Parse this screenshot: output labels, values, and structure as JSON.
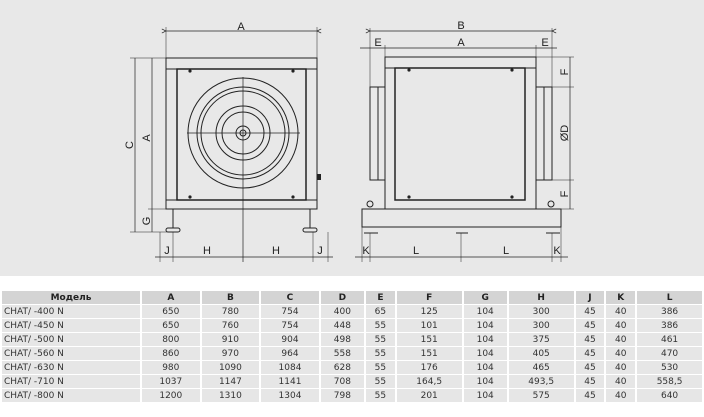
{
  "drawing": {
    "front_labels": {
      "top": "A",
      "height_outer": "C",
      "height_inner": "A",
      "foot": "G",
      "j_left": "J",
      "h_left": "H",
      "h_right": "H",
      "j_right": "J"
    },
    "side_labels": {
      "top": "B",
      "e_left": "E",
      "inner": "A",
      "e_right": "E",
      "f_top": "F",
      "diameter": "ØD",
      "f_bottom": "F",
      "k_left": "K",
      "l_left": "L",
      "l_right": "L",
      "k_right": "K"
    }
  },
  "table": {
    "headers": [
      "Модель",
      "A",
      "B",
      "C",
      "D",
      "E",
      "F",
      "G",
      "H",
      "J",
      "K",
      "L"
    ],
    "rows": [
      [
        "CHAT/ -400 N",
        "650",
        "780",
        "754",
        "400",
        "65",
        "125",
        "104",
        "300",
        "45",
        "40",
        "386"
      ],
      [
        "CHAT/ -450 N",
        "650",
        "760",
        "754",
        "448",
        "55",
        "101",
        "104",
        "300",
        "45",
        "40",
        "386"
      ],
      [
        "CHAT/ -500 N",
        "800",
        "910",
        "904",
        "498",
        "55",
        "151",
        "104",
        "375",
        "45",
        "40",
        "461"
      ],
      [
        "CHAT/ -560 N",
        "860",
        "970",
        "964",
        "558",
        "55",
        "151",
        "104",
        "405",
        "45",
        "40",
        "470"
      ],
      [
        "CHAT/ -630 N",
        "980",
        "1090",
        "1084",
        "628",
        "55",
        "176",
        "104",
        "465",
        "45",
        "40",
        "530"
      ],
      [
        "CHAT/ -710 N",
        "1037",
        "1147",
        "1141",
        "708",
        "55",
        "164,5",
        "104",
        "493,5",
        "45",
        "40",
        "558,5"
      ],
      [
        "CHAT/ -800 N",
        "1200",
        "1310",
        "1304",
        "798",
        "55",
        "201",
        "104",
        "575",
        "45",
        "40",
        "640"
      ]
    ]
  }
}
